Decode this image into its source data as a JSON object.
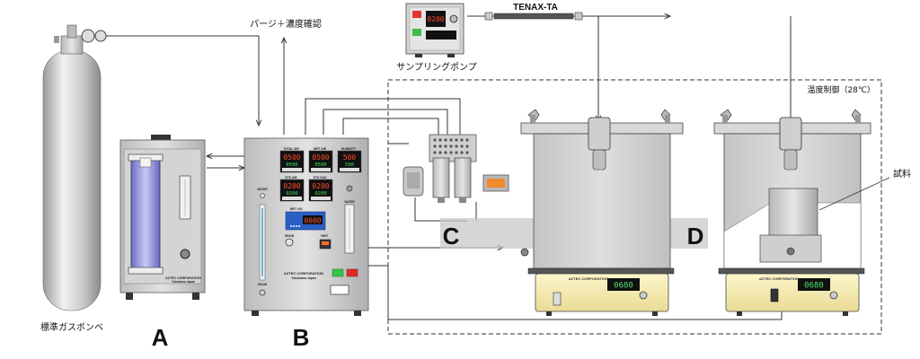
{
  "labels": {
    "gas_cylinder": "標準ガスボンベ",
    "unit_a": "A",
    "unit_b": "B",
    "zone_c": "C",
    "zone_d": "D",
    "purge": "パージ＋濃度確認",
    "pump": "サンプリングポンプ",
    "tenax": "TENAX-TA",
    "temp_control": "温度制御（28℃）",
    "sample": "試料"
  },
  "unit_a": {
    "brand": "AZTEC CORPORATION",
    "city": "Yokohama Japan"
  },
  "unit_b": {
    "brand": "AZTEC CORPORATION",
    "city": "Yokohama Japan",
    "ctrl1_label": "TOTAL AIR",
    "ctrl1_pv": "0500",
    "ctrl1_sv": "0500",
    "ctrl2_label": "WET AIR",
    "ctrl2_pv": "0500",
    "ctrl2_sv": "0500",
    "ctrl3_label": "HUMIDITY",
    "ctrl3_pv": "500",
    "ctrl3_sv": "500",
    "ctrl4_label": "STD AIR",
    "ctrl4_pv": "0200",
    "ctrl4_sv": "0200",
    "ctrl5_label": "STD GAS",
    "ctrl5_pv": "0200",
    "ctrl5_sv": "0200",
    "meter_label": "MFC VOL",
    "meter_value": "0000",
    "left_label": "WATER",
    "right_label": "WATER",
    "drain_label": "DRAIN",
    "vent_label": "VENT",
    "bottom_left": "DRAIN"
  },
  "pump": {
    "display": "0200"
  },
  "chamber": {
    "brand": "AZTEC CORPORATION",
    "display_left": "0680",
    "display_right": "0680"
  }
}
